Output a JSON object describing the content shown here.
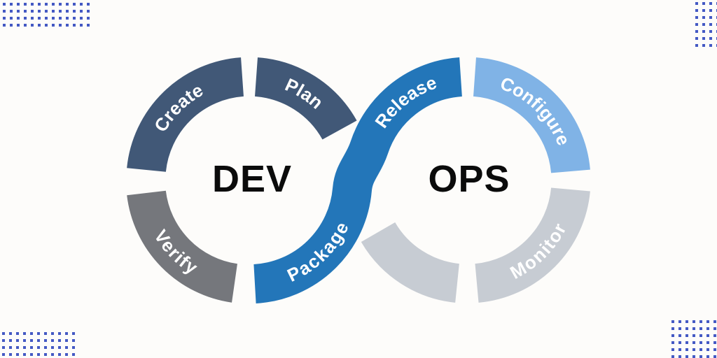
{
  "diagram": {
    "center_labels": {
      "dev": "DEV",
      "ops": "OPS"
    },
    "segments": {
      "create": {
        "label": "Create",
        "color": "#415877"
      },
      "plan": {
        "label": "Plan",
        "color": "#415877"
      },
      "verify": {
        "label": "Verify",
        "color": "#75777C"
      },
      "package": {
        "label": "Package",
        "color": "#2376B9"
      },
      "release": {
        "label": "Release",
        "color": "#2376B9"
      },
      "configure": {
        "label": "Configure",
        "color": "#80B3E6"
      },
      "monitor": {
        "label": "Monitor",
        "color": "#C7CCD3"
      },
      "operate_unlabeled": {
        "label": "",
        "color": "#C7CCD3"
      }
    }
  },
  "colors": {
    "background": "#FDFCFA",
    "dot": "#4459C4",
    "segment_label_text": "#FFFFFF",
    "center_label_text": "#0B0B0B"
  }
}
